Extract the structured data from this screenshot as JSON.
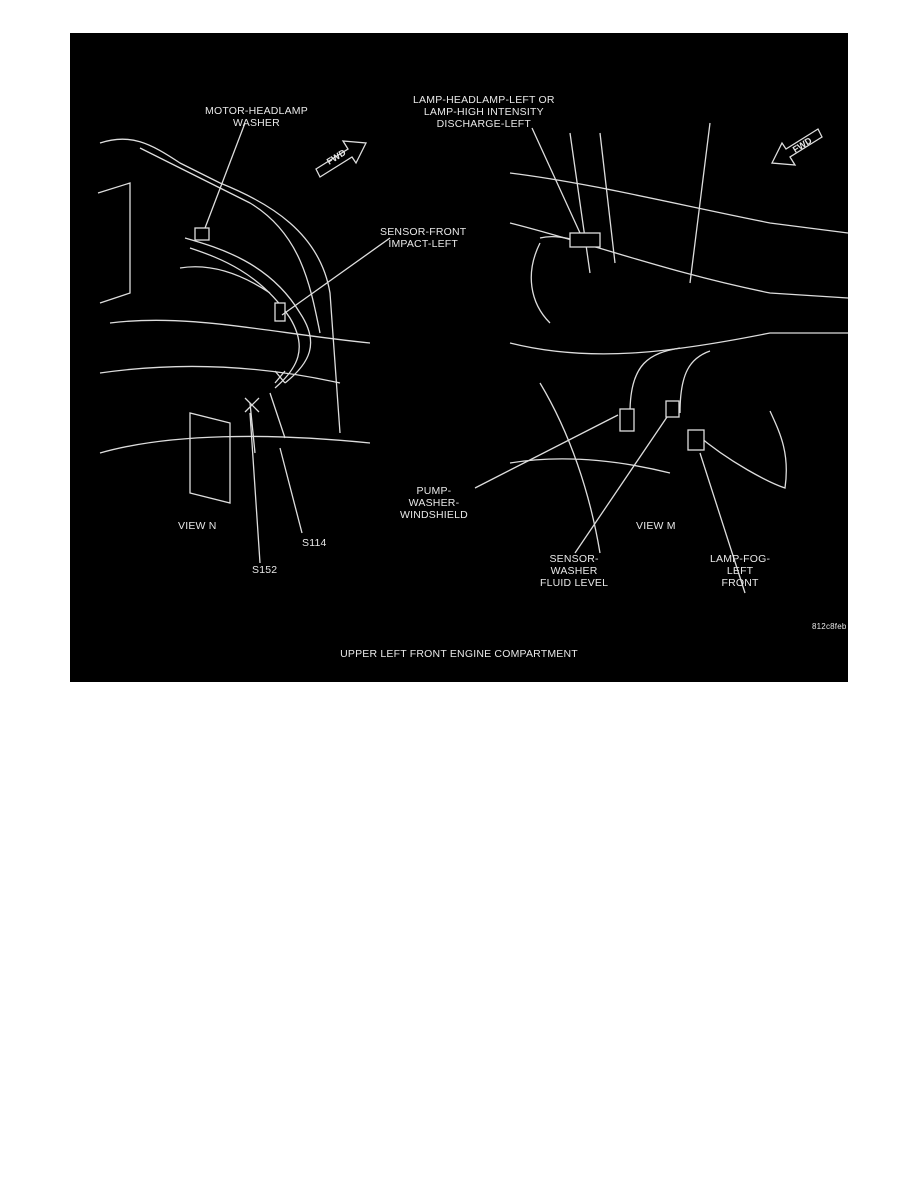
{
  "figure": {
    "caption": "UPPER LEFT FRONT ENGINE COMPARTMENT",
    "code": "812c8feb",
    "views": [
      {
        "name": "VIEW N",
        "labels": {
          "motor": "MOTOR-HEADLAMP\nWASHER",
          "sensor": "SENSOR-FRONT\nIMPACT-LEFT",
          "s114": "S114",
          "s152": "S152"
        },
        "fwd": "FWD"
      },
      {
        "name": "VIEW M",
        "labels": {
          "lamp": "LAMP-HEADLAMP-LEFT OR\nLAMP-HIGH INTENSITY\nDISCHARGE-LEFT",
          "pump": "PUMP-\nWASHER-\nWINDSHIELD",
          "fluid": "SENSOR-\nWASHER\nFLUID LEVEL",
          "fog": "LAMP-FOG-\nLEFT\nFRONT"
        },
        "fwd": "FWD"
      }
    ]
  }
}
